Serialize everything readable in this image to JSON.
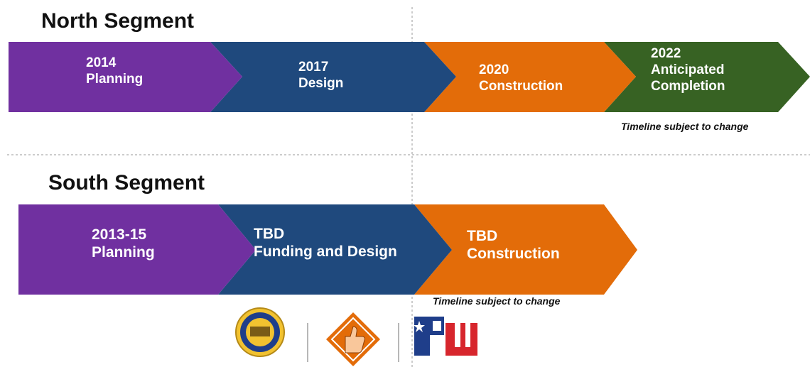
{
  "north": {
    "title": "North Segment",
    "stages": [
      {
        "year": "2014",
        "label": "Planning",
        "color": "#7030A0"
      },
      {
        "year": "2017",
        "label": "Design",
        "color": "#1F497D"
      },
      {
        "year": "2020",
        "label": "Construction",
        "color": "#E36C09"
      },
      {
        "year": "2022",
        "label": "Anticipated",
        "label2": "Completion",
        "color": "#376223"
      }
    ],
    "note": "Timeline subject to change"
  },
  "south": {
    "title": "South Segment",
    "stages": [
      {
        "year": "2013-15",
        "label": "Planning",
        "color": "#7030A0"
      },
      {
        "year": "TBD",
        "label": "Funding and Design",
        "color": "#1F497D"
      },
      {
        "year": "TBD",
        "label": "Construction",
        "color": "#E36C09"
      }
    ],
    "note": "Timeline subject to change"
  },
  "logos": [
    {
      "name": "city-seal-icon",
      "colors": [
        "#F2C230",
        "#1F3E8A"
      ]
    },
    {
      "name": "thumbs-up-sign-icon",
      "colors": [
        "#E36C09",
        "#F9C79B"
      ]
    },
    {
      "name": "pw-logo-icon",
      "colors": [
        "#1F3E8A",
        "#D7262D"
      ]
    }
  ]
}
